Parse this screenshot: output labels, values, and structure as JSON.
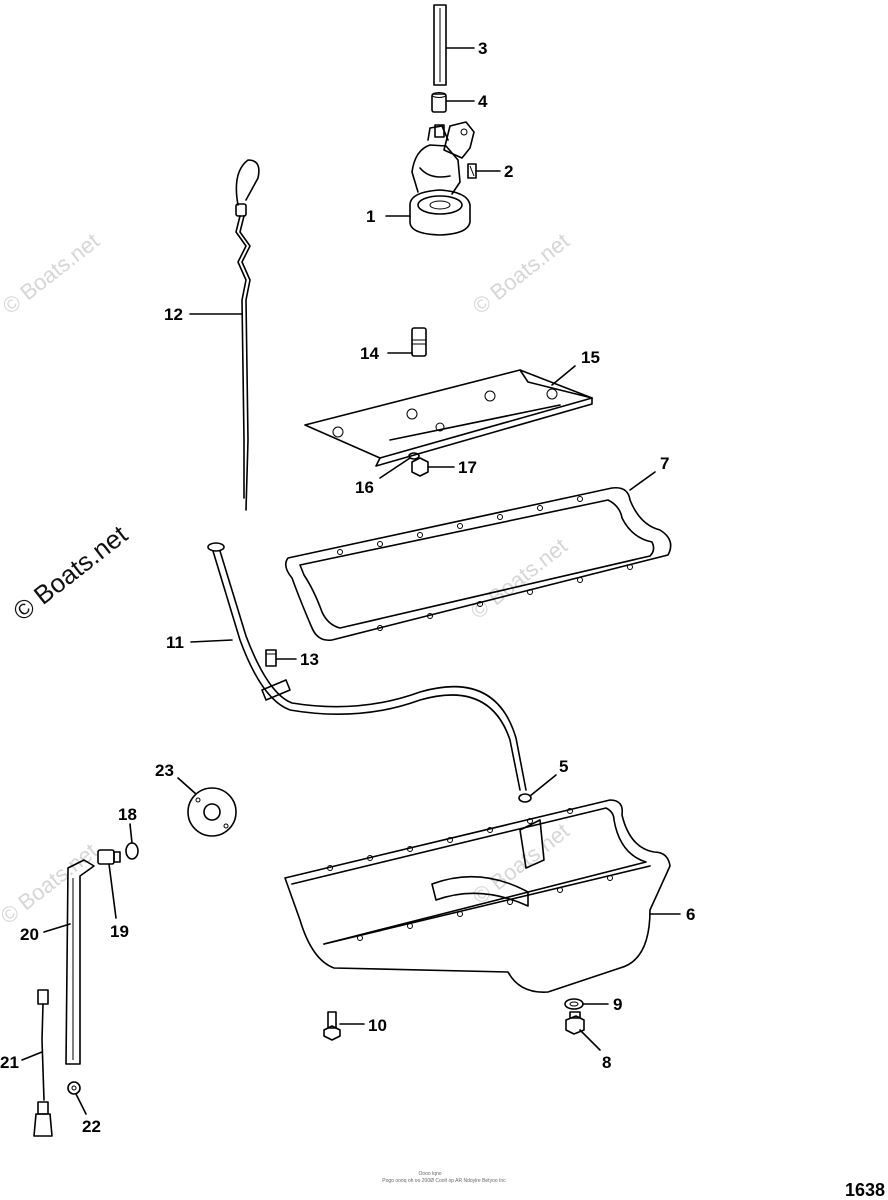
{
  "labels": {
    "p1": "1",
    "p2": "2",
    "p3": "3",
    "p4": "4",
    "p5": "5",
    "p6": "6",
    "p7": "7",
    "p8": "8",
    "p9": "9",
    "p10": "10",
    "p11": "11",
    "p12": "12",
    "p13": "13",
    "p14": "14",
    "p15": "15",
    "p16": "16",
    "p17": "17",
    "p18": "18",
    "p19": "19",
    "p20": "20",
    "p21": "21",
    "p22": "22",
    "p23": "23"
  },
  "watermark": "© Boats.net",
  "page_number": "1638",
  "footer": {
    "line1": "Oooo lqno",
    "line2": "Pogo oooq oh oo 200Ø Coolt op AR Ndoylre Betyoo Inc"
  }
}
